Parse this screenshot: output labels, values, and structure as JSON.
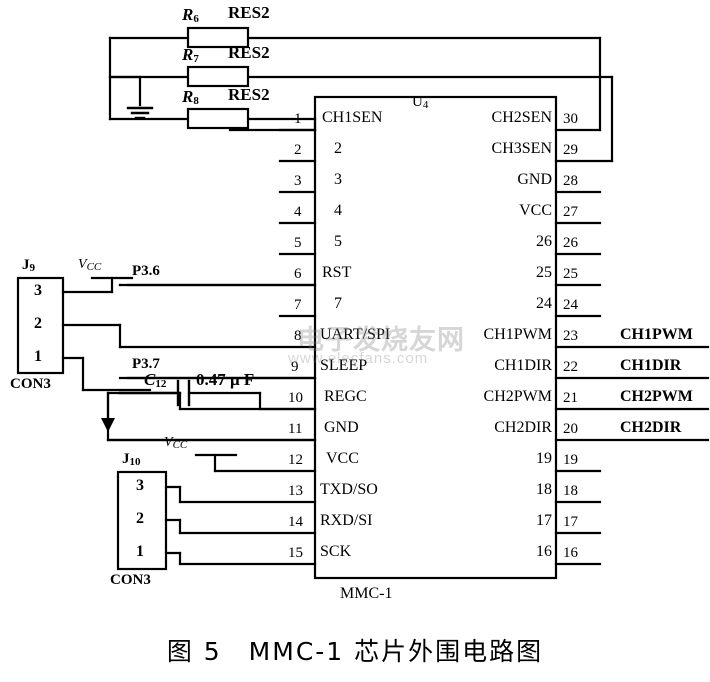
{
  "figure": {
    "caption": "图 5　MMC-1 芯片外围电路图",
    "chip_ref": "U",
    "chip_ref_sub": "4",
    "chip_name": "MMC-1"
  },
  "watermark": {
    "line1": "电子发烧友网",
    "line2": "www.elecfans.com"
  },
  "resistors": [
    {
      "ref": "R",
      "sub": "6",
      "value": "RES2",
      "to_pin": "30"
    },
    {
      "ref": "R",
      "sub": "7",
      "value": "RES2",
      "to_pin": "29"
    },
    {
      "ref": "R",
      "sub": "8",
      "value": "RES2",
      "to_pin": "1"
    }
  ],
  "capacitor": {
    "ref": "C",
    "sub": "12",
    "value": "0.47 μ F",
    "to_pin": "10"
  },
  "power_symbols": [
    {
      "label": "V",
      "sub": "CC",
      "net": "j9-pin3"
    },
    {
      "label": "V",
      "sub": "CC",
      "net": "u4-pin12"
    }
  ],
  "ports": [
    {
      "label": "P3.6",
      "to_pin": "6"
    },
    {
      "label": "P3.7",
      "to_pin": "9"
    }
  ],
  "connectors": [
    {
      "ref": "J",
      "sub": "9",
      "type": "CON3",
      "pins": [
        {
          "num": "3",
          "net": "VCC"
        },
        {
          "num": "2",
          "net": "UART/SPI"
        },
        {
          "num": "1",
          "net": "GND"
        }
      ]
    },
    {
      "ref": "J",
      "sub": "10",
      "type": "CON3",
      "pins": [
        {
          "num": "3",
          "net": "TXD/SO"
        },
        {
          "num": "2",
          "net": "RXD/SI"
        },
        {
          "num": "1",
          "net": "SCK"
        }
      ]
    }
  ],
  "chip": {
    "left_pins": [
      {
        "num": "1",
        "name": "CH1SEN"
      },
      {
        "num": "2",
        "name": "2"
      },
      {
        "num": "3",
        "name": "3"
      },
      {
        "num": "4",
        "name": "4"
      },
      {
        "num": "5",
        "name": "5"
      },
      {
        "num": "6",
        "name": "RST"
      },
      {
        "num": "7",
        "name": "7"
      },
      {
        "num": "8",
        "name": "UART/SPI"
      },
      {
        "num": "9",
        "name": "SLEEP"
      },
      {
        "num": "10",
        "name": "REGC"
      },
      {
        "num": "11",
        "name": "GND"
      },
      {
        "num": "12",
        "name": "VCC"
      },
      {
        "num": "13",
        "name": "TXD/SO"
      },
      {
        "num": "14",
        "name": "RXD/SI"
      },
      {
        "num": "15",
        "name": "SCK"
      }
    ],
    "right_pins": [
      {
        "num": "30",
        "name": "CH2SEN",
        "signal": ""
      },
      {
        "num": "29",
        "name": "CH3SEN",
        "signal": ""
      },
      {
        "num": "28",
        "name": "GND",
        "signal": ""
      },
      {
        "num": "27",
        "name": "VCC",
        "signal": ""
      },
      {
        "num": "26",
        "name": "26",
        "signal": ""
      },
      {
        "num": "25",
        "name": "25",
        "signal": ""
      },
      {
        "num": "24",
        "name": "24",
        "signal": ""
      },
      {
        "num": "23",
        "name": "CH1PWM",
        "signal": "CH1PWM"
      },
      {
        "num": "22",
        "name": "CH1DIR",
        "signal": "CH1DIR"
      },
      {
        "num": "21",
        "name": "CH2PWM",
        "signal": "CH2PWM"
      },
      {
        "num": "20",
        "name": "CH2DIR",
        "signal": "CH2DIR"
      },
      {
        "num": "19",
        "name": "19",
        "signal": ""
      },
      {
        "num": "18",
        "name": "18",
        "signal": ""
      },
      {
        "num": "17",
        "name": "17",
        "signal": ""
      },
      {
        "num": "16",
        "name": "16",
        "signal": ""
      }
    ]
  },
  "colors": {
    "ink": "#000000",
    "paper": "#ffffff"
  }
}
